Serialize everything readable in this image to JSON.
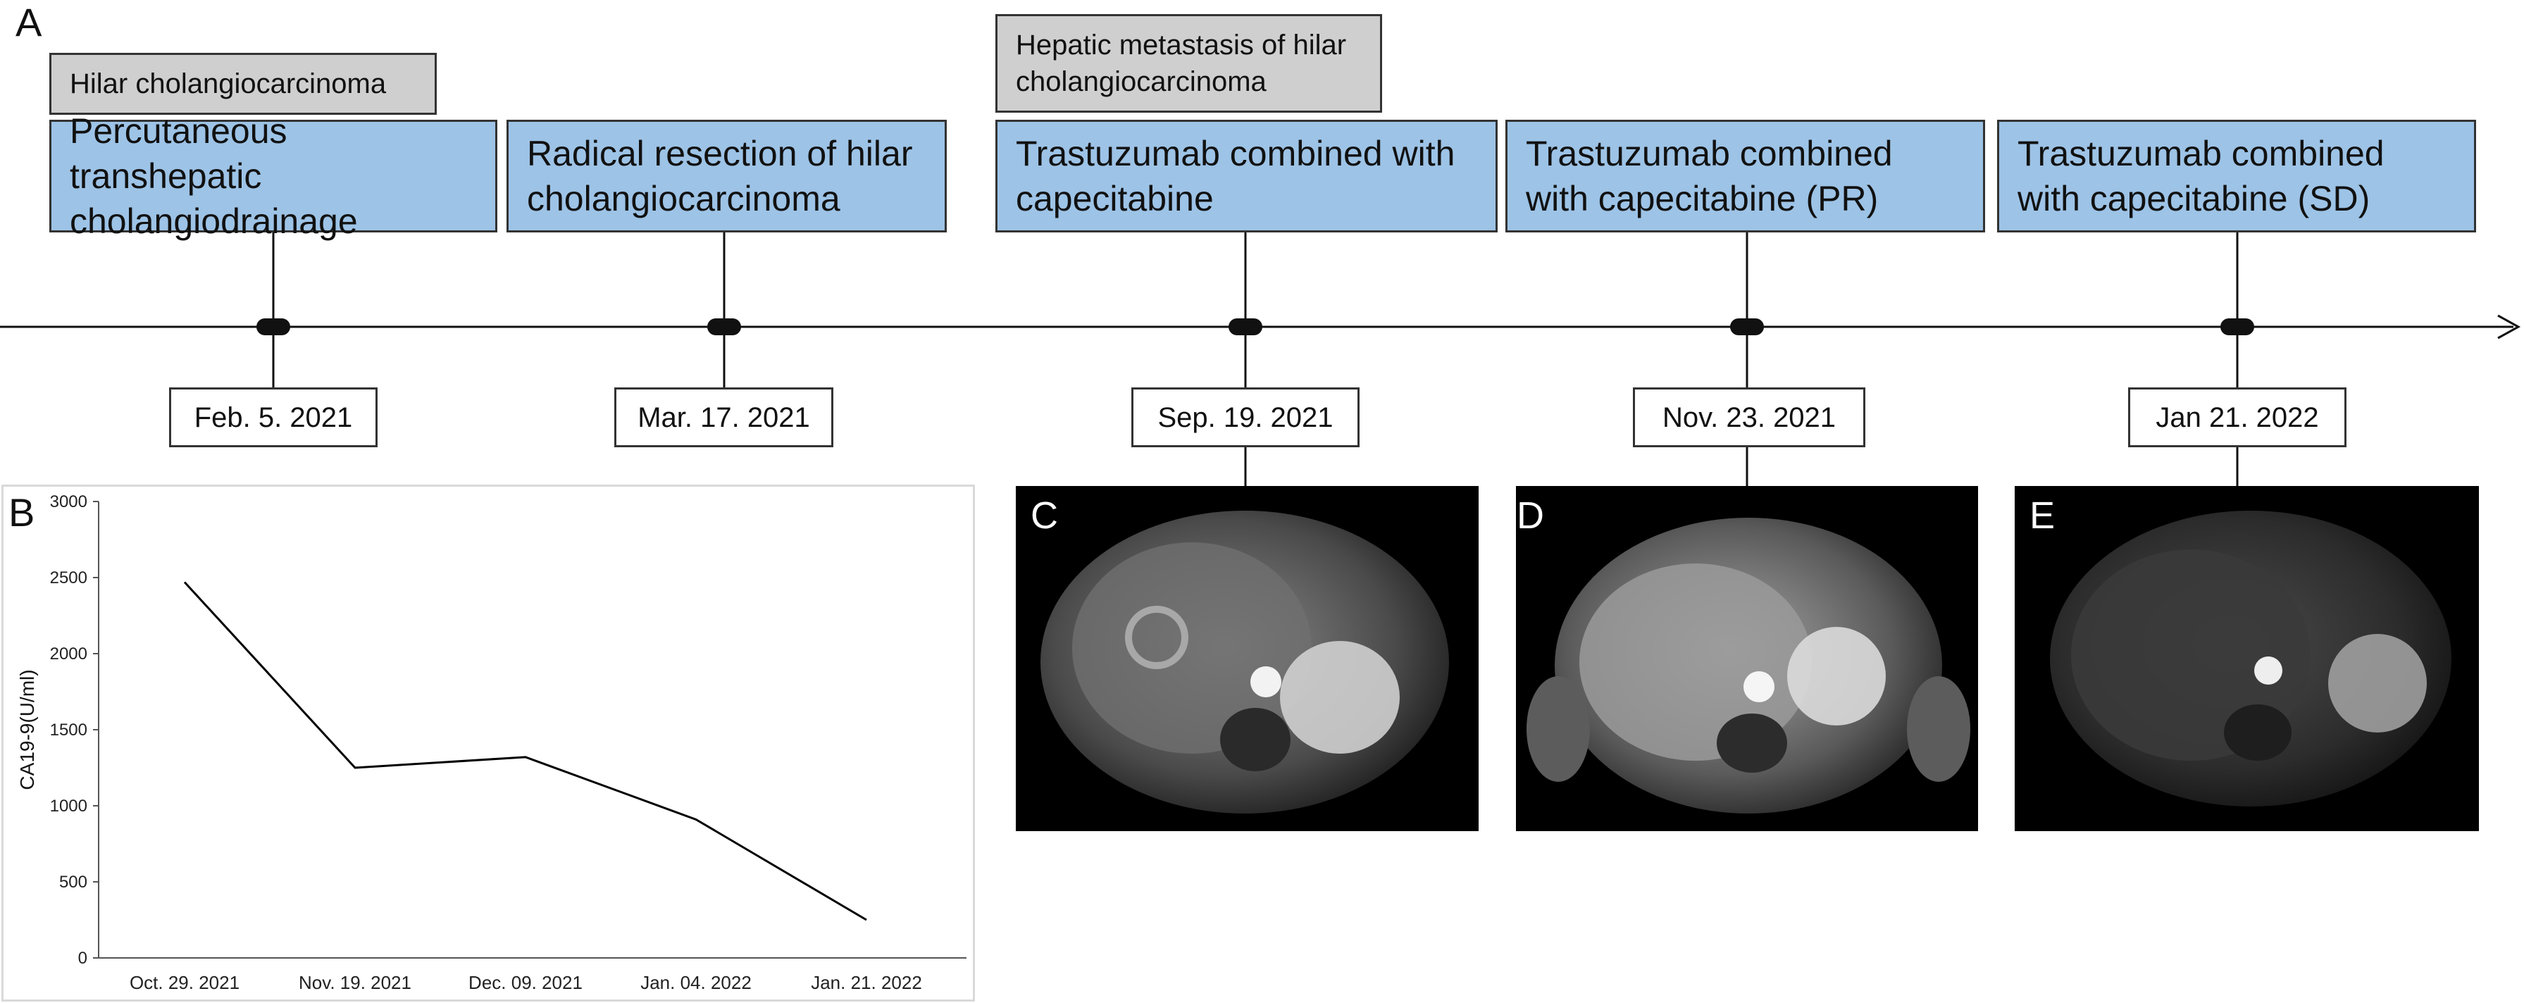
{
  "panel_letters": {
    "a": "A",
    "b": "B",
    "c": "C",
    "d": "D",
    "e": "E"
  },
  "timeline": {
    "events": [
      {
        "category": "Hilar cholangiocarcinoma",
        "treatment": "Percutaneous transhepatic cholangiodrainage",
        "date": "Feb. 5. 2021"
      },
      {
        "category": "",
        "treatment": "Radical resection of hilar cholangiocarcinoma",
        "date": "Mar. 17. 2021"
      },
      {
        "category": "Hepatic metastasis of hilar cholangiocarcinoma",
        "treatment": "Trastuzumab combined with capecitabine",
        "date": "Sep. 19. 2021"
      },
      {
        "category": "",
        "treatment": "Trastuzumab combined with capecitabine (PR)",
        "date": "Nov. 23. 2021"
      },
      {
        "category": "",
        "treatment": "Trastuzumab combined with capecitabine (SD)",
        "date": "Jan 21. 2022"
      }
    ]
  },
  "chart_data": {
    "type": "line",
    "title": "",
    "xlabel": "",
    "ylabel": "CA19-9(U/ml)",
    "categories": [
      "Oct. 29. 2021",
      "Nov. 19. 2021",
      "Dec. 09. 2021",
      "Jan. 04. 2022",
      "Jan. 21. 2022"
    ],
    "series": [
      {
        "values": [
          2470,
          1250,
          1320,
          910,
          250
        ]
      }
    ],
    "ylim": [
      0,
      3000
    ],
    "yticks": [
      0,
      500,
      1000,
      1500,
      2000,
      2500,
      3000
    ],
    "grid": false,
    "legend": "none",
    "line_color": "#000000"
  },
  "colors": {
    "blue_box": "#9dc3e6",
    "gray_box": "#cfcfcf",
    "border": "#333333"
  }
}
